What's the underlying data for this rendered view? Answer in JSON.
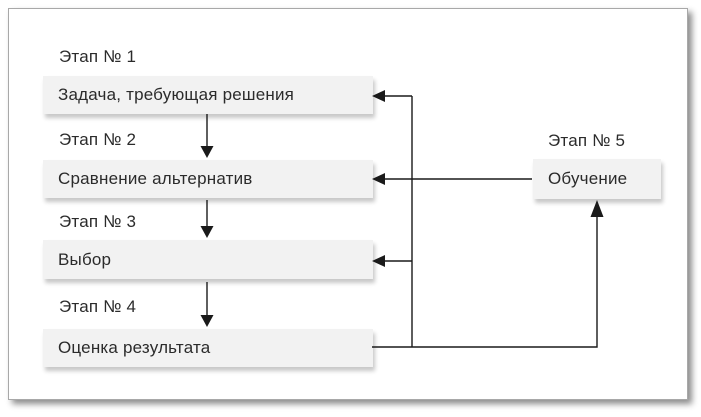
{
  "diagram": {
    "title_hint": "Decision-making process stages flowchart",
    "stages": [
      {
        "label": "Этап № 1",
        "box": "Задача, требующая решения"
      },
      {
        "label": "Этап № 2",
        "box": "Сравнение альтернатив"
      },
      {
        "label": "Этап № 3",
        "box": "Выбор"
      },
      {
        "label": "Этап № 4",
        "box": "Оценка результата"
      },
      {
        "label": "Этап № 5",
        "box": "Обучение"
      }
    ],
    "connections": [
      "stage1 -> stage2 (down arrow)",
      "stage2 -> stage3 (down arrow)",
      "stage3 -> stage4 (down arrow)",
      "stage4 -> stage5 (bottom-right elbow, arrow up into Обучение)",
      "stage5 -> stage2 (horizontal arrow left)",
      "feedback trunk -> stage1 (arrow left)",
      "feedback trunk -> stage3 (arrow left)"
    ],
    "colors": {
      "box_fill": "#f2f2f2",
      "line": "#1a1a1a",
      "text": "#2b2b2b",
      "card_border": "#a8a8a8",
      "background": "#ffffff"
    }
  }
}
